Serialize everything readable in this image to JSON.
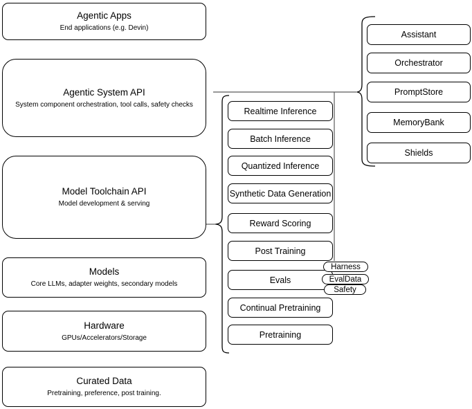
{
  "diagram": {
    "stack": [
      {
        "title": "Agentic Apps",
        "subtitle": "End applications (e.g. Devin)"
      },
      {
        "title": "Agentic System API",
        "subtitle": "System component orchestration, tool calls, safety checks"
      },
      {
        "title": "Model Toolchain API",
        "subtitle": "Model development & serving"
      },
      {
        "title": "Models",
        "subtitle": "Core LLMs, adapter weights, secondary models"
      },
      {
        "title": "Hardware",
        "subtitle": "GPUs/Accelerators/Storage"
      },
      {
        "title": "Curated Data",
        "subtitle": "Pretraining, preference, post training."
      }
    ],
    "toolchain_components": [
      "Realtime Inference",
      "Batch Inference",
      "Quantized Inference",
      "Synthetic Data Generation",
      "Reward Scoring",
      "Post Training",
      "Evals",
      "Continual Pretraining",
      "Pretraining"
    ],
    "eval_tags": [
      "Harness",
      "EvalData",
      "Safety"
    ],
    "system_components": [
      "Assistant",
      "Orchestrator",
      "PromptStore",
      "MemoryBank",
      "Shields"
    ],
    "colors": {
      "box_border": "#000000",
      "box_fill": "#ffffff",
      "connector": "#5a5a5a",
      "text": "#000000"
    }
  }
}
